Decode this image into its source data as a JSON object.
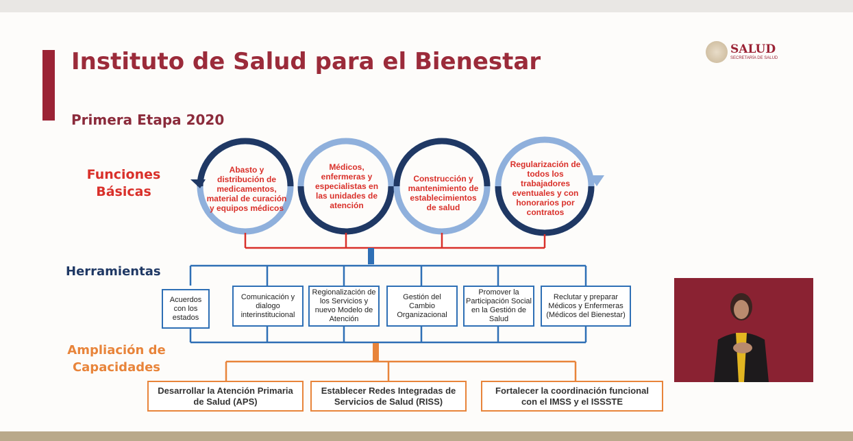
{
  "header": {
    "title": "Instituto de Salud para el Bienestar",
    "subtitle": "Primera Etapa 2020",
    "logo_text": "SALUD",
    "logo_sub": "SECRETARÍA DE SALUD"
  },
  "sections": {
    "funciones": "Funciones Básicas",
    "herramientas": "Herramientas",
    "ampliacion": "Ampliación de Capacidades"
  },
  "funciones": [
    "Abasto y distribución de medicamentos, material de curación y equipos médicos",
    "Médicos, enfermeras y especialistas en las unidades de atención",
    "Construcción y mantenimiento de establecimientos de salud",
    "Regularización de todos los trabajadores eventuales y con honorarios por contratos"
  ],
  "herramientas": [
    "Acuerdos con los estados",
    "Comunicación y dialogo interinstitucional",
    "Regionalización de los Servicios y nuevo Modelo de Atención",
    "Gestión del Cambio Organizacional",
    "Promover la Participación Social en la Gestión de Salud",
    "Reclutar y preparar Médicos y Enfermeras (Médicos del Bienestar)"
  ],
  "capacidades": [
    "Desarrollar la Atención Primaria de Salud (APS)",
    "Establecer Redes Integradas de Servicios de Salud (RISS)",
    "Fortalecer la coordinación funcional con el IMSS y el ISSSTE"
  ],
  "colors": {
    "red": "#d9302a",
    "blue": "#2e6fb5",
    "orange": "#e8843a",
    "navy": "#1f3864"
  }
}
